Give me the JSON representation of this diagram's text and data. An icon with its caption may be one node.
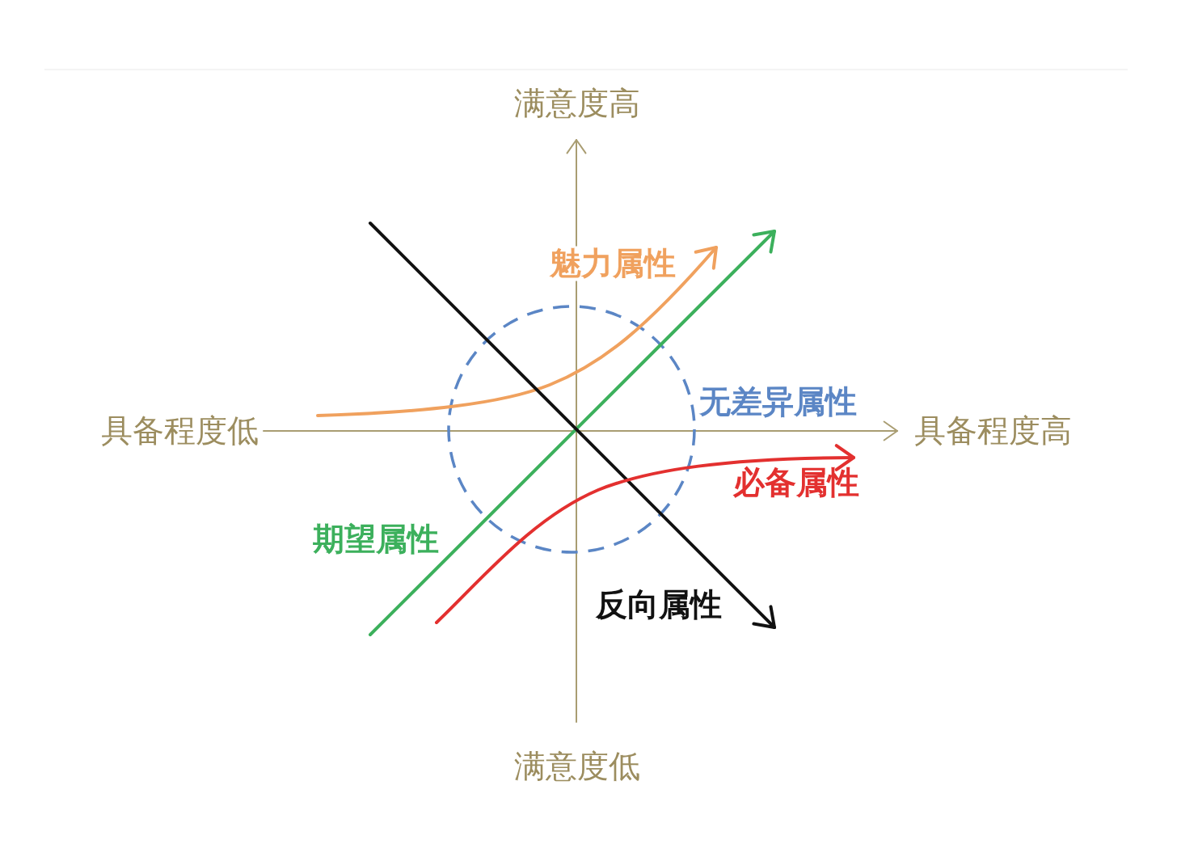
{
  "diagram": {
    "labels": [
      "满意度高",
      "魅力属性",
      "无差异属性",
      "具备程度低",
      "具备程度高",
      "必备属性",
      "期望属性",
      "反向属性",
      "满意度低"
    ]
  }
}
